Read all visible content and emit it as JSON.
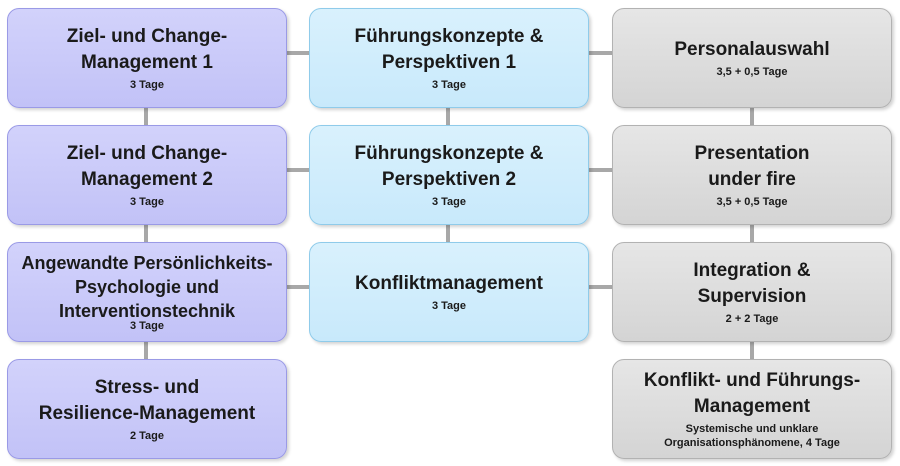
{
  "left_column": [
    {
      "title": "Ziel- und Change-\nManagement 1",
      "sub": "3 Tage"
    },
    {
      "title": "Ziel- und Change-\nManagement 2",
      "sub": "3 Tage"
    },
    {
      "title": "Angewandte Persönlichkeits-\nPsychologie und\nInterventionstechnik",
      "sub": "3 Tage"
    },
    {
      "title": "Stress- und\nResilience-Management",
      "sub": "2 Tage"
    }
  ],
  "middle_column": [
    {
      "title": "Führungskonzepte &\nPerspektiven 1",
      "sub": "3 Tage"
    },
    {
      "title": "Führungskonzepte &\nPerspektiven 2",
      "sub": "3 Tage"
    },
    {
      "title": "Konfliktmanagement",
      "sub": "3 Tage"
    }
  ],
  "right_column": [
    {
      "title": "Personalauswahl",
      "sub": "3,5 + 0,5 Tage"
    },
    {
      "title": "Presentation\nunder fire",
      "sub": "3,5 + 0,5 Tage"
    },
    {
      "title": "Integration &\nSupervision",
      "sub": "2 + 2 Tage"
    },
    {
      "title": "Konflikt- und Führungs-\nManagement",
      "sub": "Systemische und unklare\nOrganisationsphänomene, 4 Tage"
    }
  ],
  "colors": {
    "left": "#c8c8f9",
    "middle": "#cdebfc",
    "right": "#dadada",
    "connector": "#a8a8a8"
  }
}
